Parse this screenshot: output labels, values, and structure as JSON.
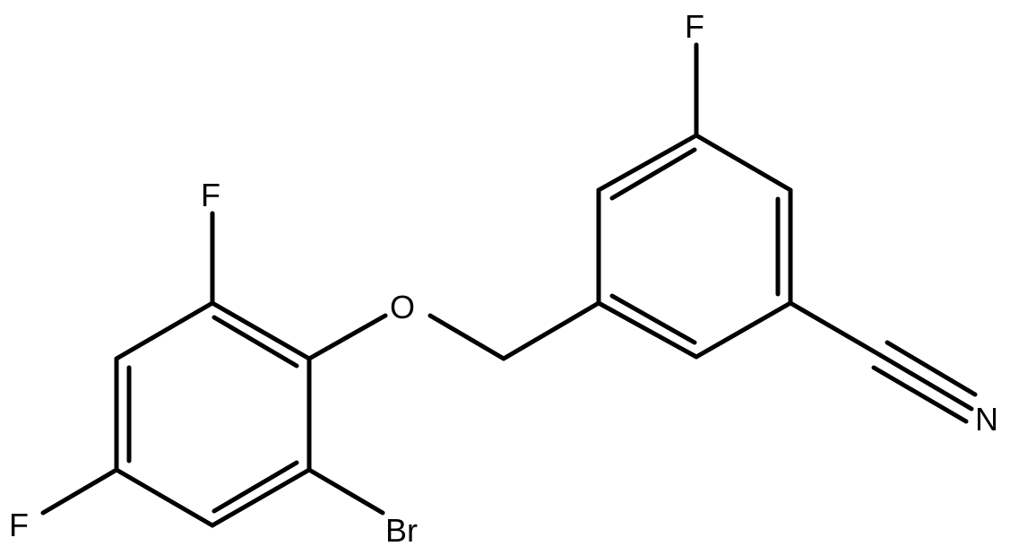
{
  "atoms": {
    "f_top": "F",
    "f_upper_left": "F",
    "o_ether": "O",
    "n_nitrile": "N",
    "f_lower_left": "F",
    "br": "Br"
  },
  "colors": {
    "bond": "#000000",
    "background": "#ffffff"
  }
}
